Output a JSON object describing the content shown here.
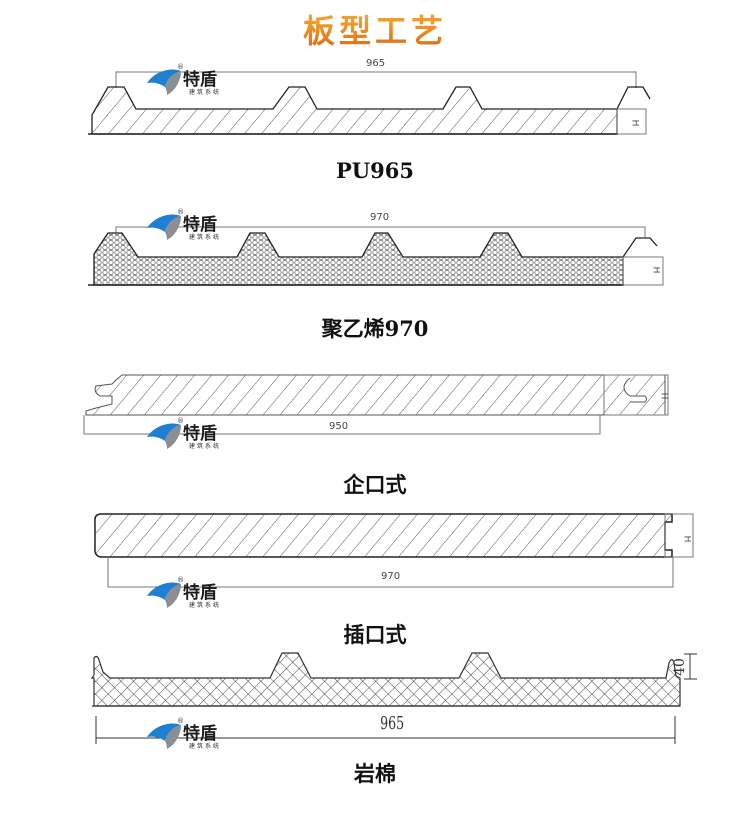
{
  "page": {
    "title": "板型工艺",
    "title_color": "#ee8a1e"
  },
  "logo": {
    "brand": "特盾",
    "subtitle": "建筑系统",
    "registered_mark": "®",
    "colors": {
      "swoosh_blue": "#1f7fd0",
      "swoosh_gray": "#8a8f96"
    }
  },
  "panels": [
    {
      "caption": "PU965",
      "width_label": "965",
      "height_label": "H",
      "fill": "diagonal-hatch"
    },
    {
      "caption": "聚乙烯970",
      "width_label": "970",
      "height_label": "H",
      "fill": "honeycomb"
    },
    {
      "caption": "企口式",
      "width_label": "950",
      "height_label": "H",
      "fill": "diagonal-hatch"
    },
    {
      "caption": "插口式",
      "width_label": "970",
      "height_label": "H",
      "fill": "diagonal-hatch"
    },
    {
      "caption": "岩棉",
      "width_label": "965",
      "height_label": "40",
      "fill": "cross-hatch"
    }
  ]
}
